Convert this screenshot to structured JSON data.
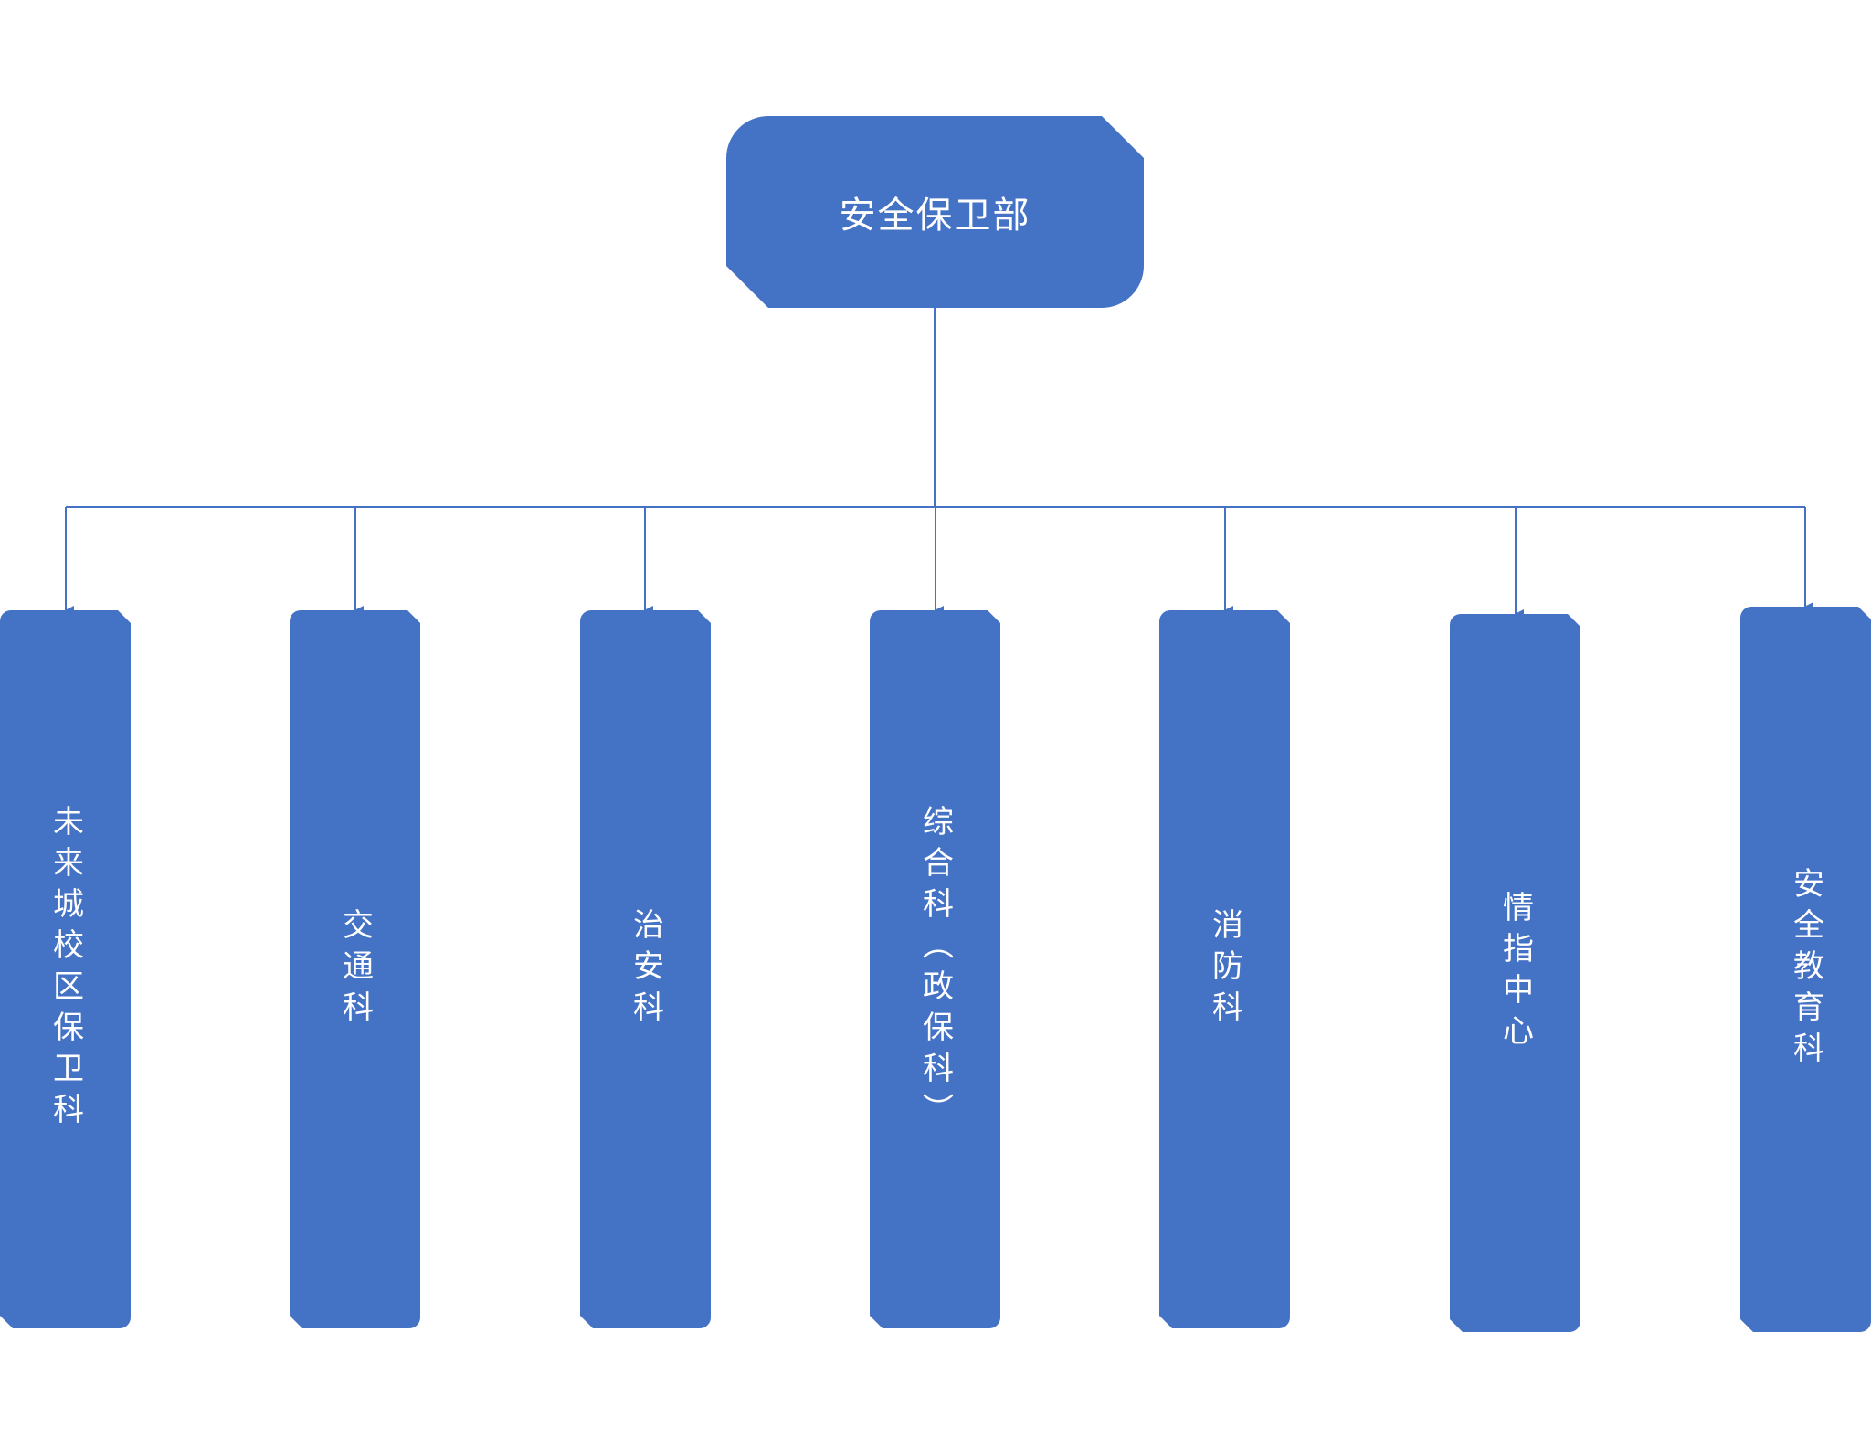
{
  "root": {
    "label": "安全保卫部"
  },
  "children": [
    {
      "label": "未来城校区保卫科"
    },
    {
      "label": "交通科"
    },
    {
      "label": "治安科"
    },
    {
      "label": "综合科（政保科）"
    },
    {
      "label": "消防科"
    },
    {
      "label": "情指中心"
    },
    {
      "label": "安全教育科"
    }
  ],
  "colors": {
    "node": "#4472c4",
    "line": "#4472c4"
  }
}
